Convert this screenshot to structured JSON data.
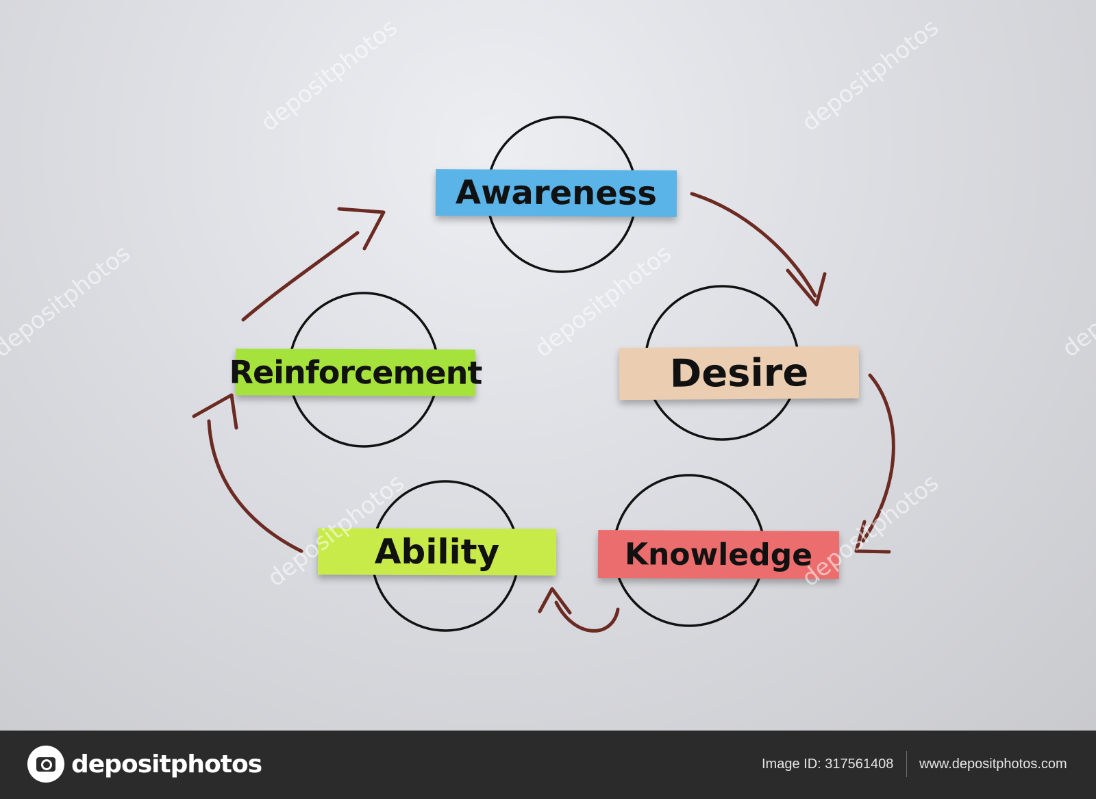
{
  "colors": {
    "background": "#dcdde2",
    "marker": "#6b2a22",
    "ink": "#111111",
    "footer": "#2b2b2b"
  },
  "notes": [
    {
      "id": "awareness",
      "label": "Awareness",
      "color": "#5ab4e8"
    },
    {
      "id": "desire",
      "label": "Desire",
      "color": "#ebcdb2"
    },
    {
      "id": "knowledge",
      "label": "Knowledge",
      "color": "#ec6d6d"
    },
    {
      "id": "ability",
      "label": "Ability",
      "color": "#c9eb4a"
    },
    {
      "id": "reinforcement",
      "label": "Reinforcement",
      "color": "#a6e23c"
    }
  ],
  "watermark": {
    "text": "depositphotos"
  },
  "footer": {
    "logo_text": "depositphotos",
    "image_id": "Image ID: 317561408",
    "site_url": "www.depositphotos.com"
  }
}
